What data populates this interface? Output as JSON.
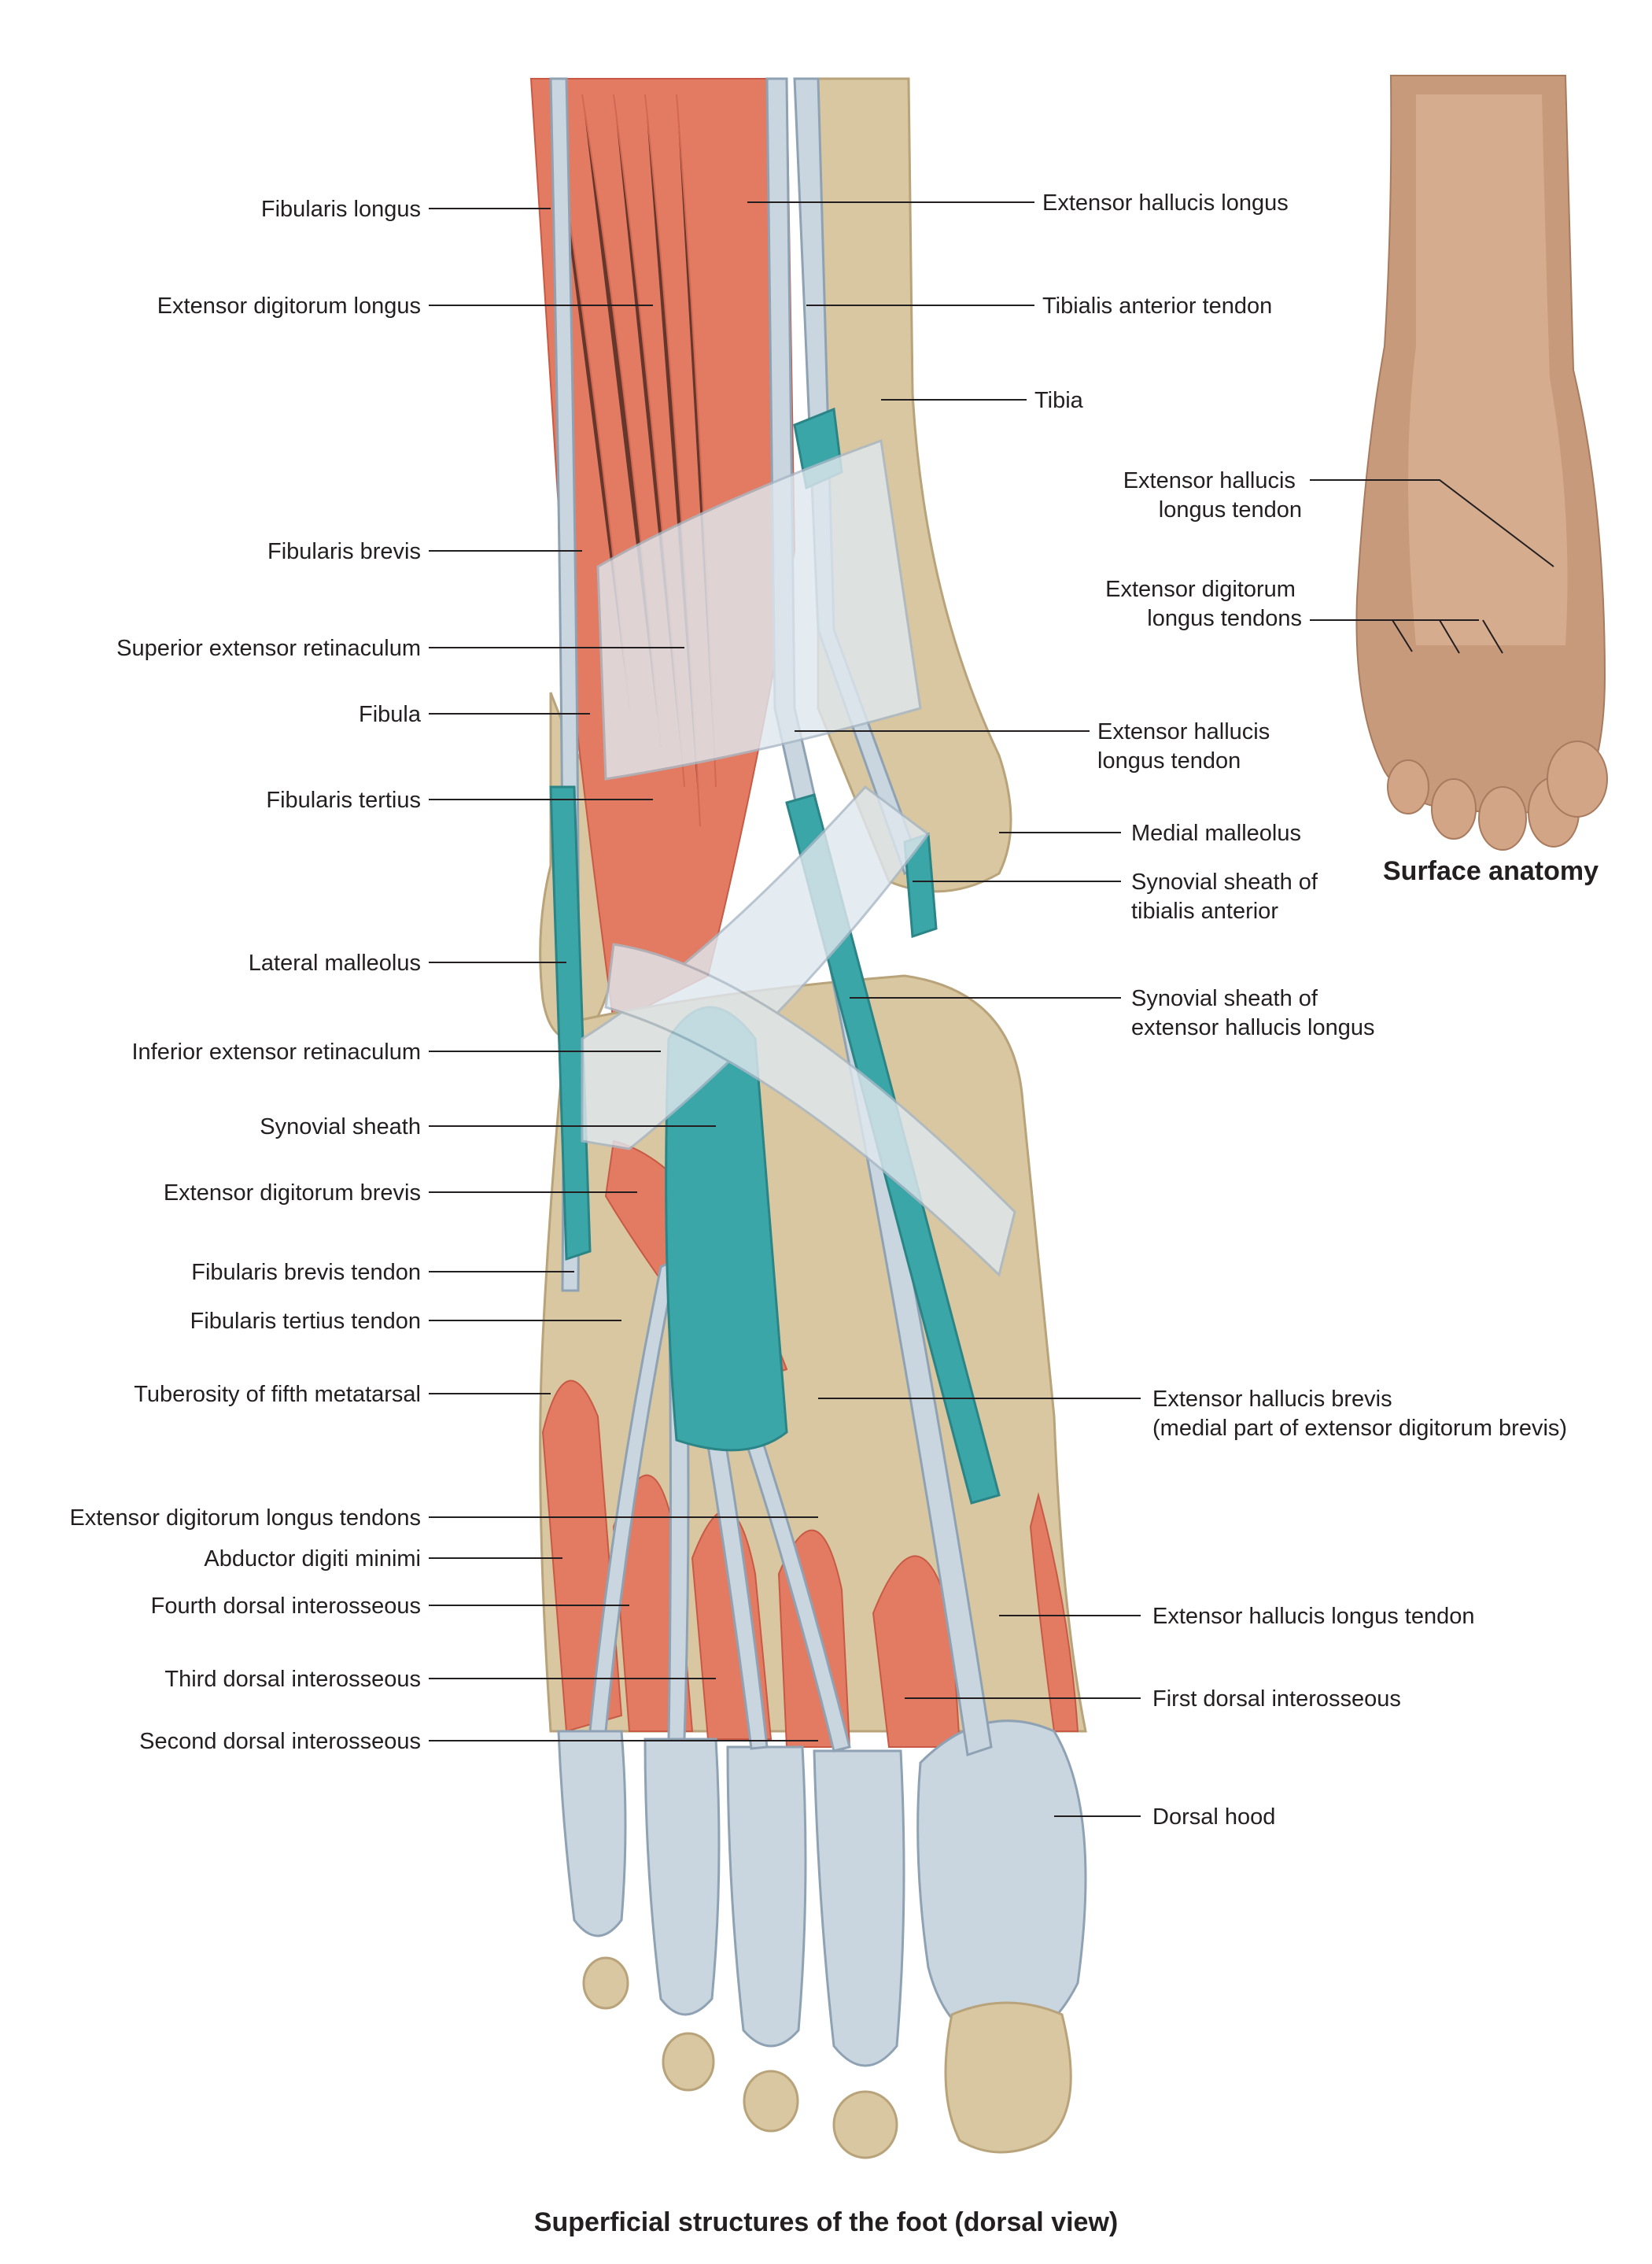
{
  "figure": {
    "caption": "Superficial structures of the foot (dorsal view)",
    "inset_caption": "Surface anatomy"
  },
  "labels_left": [
    "Fibularis longus",
    "Extensor digitorum longus",
    "Fibularis brevis",
    "Superior extensor retinaculum",
    "Fibula",
    "Fibularis tertius",
    "Lateral malleolus",
    "Inferior extensor retinaculum",
    "Synovial sheath",
    "Extensor digitorum brevis",
    "Fibularis brevis tendon",
    "Fibularis tertius tendon",
    "Tuberosity of fifth metatarsal",
    "Extensor digitorum longus tendons",
    "Abductor digiti minimi",
    "Fourth dorsal interosseous",
    "Third dorsal interosseous",
    "Second dorsal interosseous"
  ],
  "labels_right": [
    [
      "Extensor hallucis longus"
    ],
    [
      "Tibialis anterior tendon"
    ],
    [
      "Tibia"
    ],
    [
      "Extensor hallucis",
      "longus tendon"
    ],
    [
      "Medial malleolus"
    ],
    [
      "Synovial sheath of",
      "tibialis anterior"
    ],
    [
      "Synovial sheath of",
      "extensor hallucis longus"
    ],
    [
      "Extensor hallucis brevis",
      "(medial part of extensor digitorum brevis)"
    ],
    [
      "Extensor hallucis longus tendon"
    ],
    [
      "First dorsal interosseous"
    ],
    [
      "Dorsal hood"
    ]
  ],
  "inset_labels": [
    [
      "Extensor hallucis",
      "longus tendon"
    ],
    [
      "Extensor digitorum",
      "longus tendons"
    ]
  ],
  "colors": {
    "muscle": "#e27b62",
    "muscle_dark": "#c85a45",
    "tendon": "#c9d6e0",
    "tendon_edge": "#8fa2b3",
    "bone": "#d8c7a0",
    "bone_dark": "#b8a37a",
    "sheath": "#3aa6a8",
    "skin": "#c89a7c",
    "skin_light": "#dcb496",
    "ink": "#231f20"
  }
}
